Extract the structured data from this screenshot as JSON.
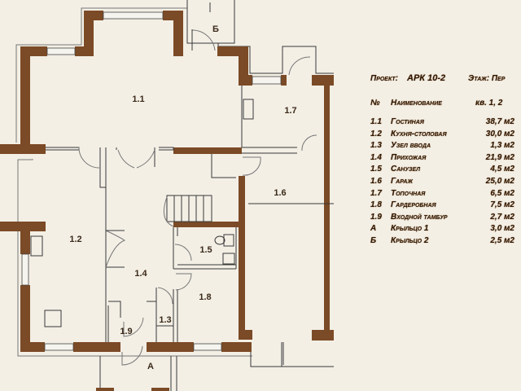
{
  "rooms": {
    "r11": "1.1",
    "r12": "1.2",
    "r13": "1.3",
    "r14": "1.4",
    "r15": "1.5",
    "r16": "1.6",
    "r17": "1.7",
    "r18": "1.8",
    "r19": "1.9",
    "rA": "А",
    "rB": "Б"
  },
  "legend": {
    "project_label": "Проект:",
    "project_value": "АРК 10-2",
    "floor_label": "Этаж: Пер",
    "col_num": "№",
    "col_name": "Наименование",
    "col_area": "кв. 1, 2",
    "rows": [
      {
        "num": "1.1",
        "name": "Гостиная",
        "area": "38,7 м2"
      },
      {
        "num": "1.2",
        "name": "Кухня-столовая",
        "area": "30,0 м2"
      },
      {
        "num": "1.3",
        "name": "Узел ввода",
        "area": "1,3 м2"
      },
      {
        "num": "1.4",
        "name": "Прихожая",
        "area": "21,9 м2"
      },
      {
        "num": "1.5",
        "name": "Санузел",
        "area": "4,5 м2"
      },
      {
        "num": "1.6",
        "name": "Гараж",
        "area": "25,0 м2"
      },
      {
        "num": "1.7",
        "name": "Топочная",
        "area": "6,5 м2"
      },
      {
        "num": "1.8",
        "name": "Гардеробная",
        "area": "7,5 м2"
      },
      {
        "num": "1.9",
        "name": "Входной тамбур",
        "area": "2,7 м2"
      },
      {
        "num": "А",
        "name": "Крыльцо 1",
        "area": "3,0 м2"
      },
      {
        "num": "Б",
        "name": "Крыльцо 2",
        "area": "2,5 м2"
      }
    ]
  },
  "colors": {
    "wall": "#7b4a26",
    "background": "#f3efe5",
    "text": "#2e1806"
  }
}
